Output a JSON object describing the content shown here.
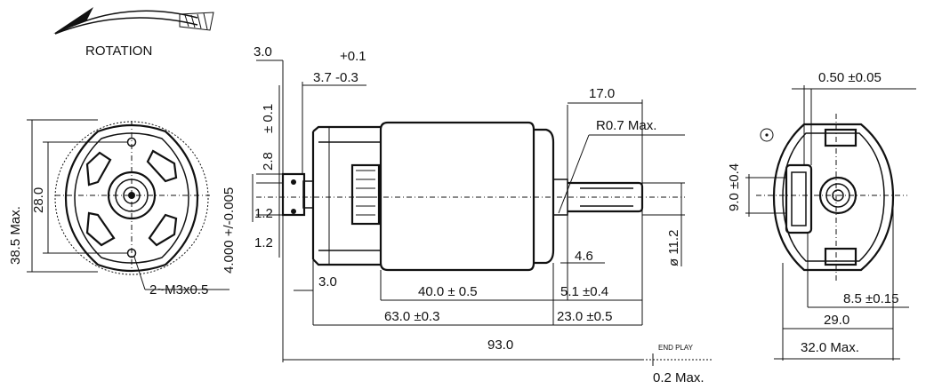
{
  "labels": {
    "rotation": "ROTATION",
    "d_3_0_top": "3.0",
    "d_tol_plus": "+0.1",
    "d_3_7": "3.7 -0.3",
    "d_0_1_vert": "± 0.1",
    "d_2_8": "2.8",
    "d_1_2_a": "1.2",
    "d_1_2_b": "1.2",
    "d_4_000": "4.000 +/-0.005",
    "d_17_0": "17.0",
    "d_r07": "R0.7 Max.",
    "d_11_2": "ø 11.2",
    "d_4_6": "4.6",
    "d_3_0_bottom": "3.0",
    "d_40_0": "40.0  ± 0.5",
    "d_5_1": "5.1  ±0.4",
    "d_63_0": "63.0  ±0.3",
    "d_23_0": "23.0  ±0.5",
    "d_93_0": "93.0",
    "end_play": "END PLAY",
    "d_0_2_max": "0.2 Max.",
    "d_38_5": "38.5 Max.",
    "d_28_0": "28.0",
    "d_m3": "2~M3x0.5",
    "d_0_50": "0.50  ±0.05",
    "d_9_0": "9.0  ±0.4",
    "d_8_5": "8.5  ±0.15",
    "d_29_0": "29.0",
    "d_32_0": "32.0 Max."
  }
}
